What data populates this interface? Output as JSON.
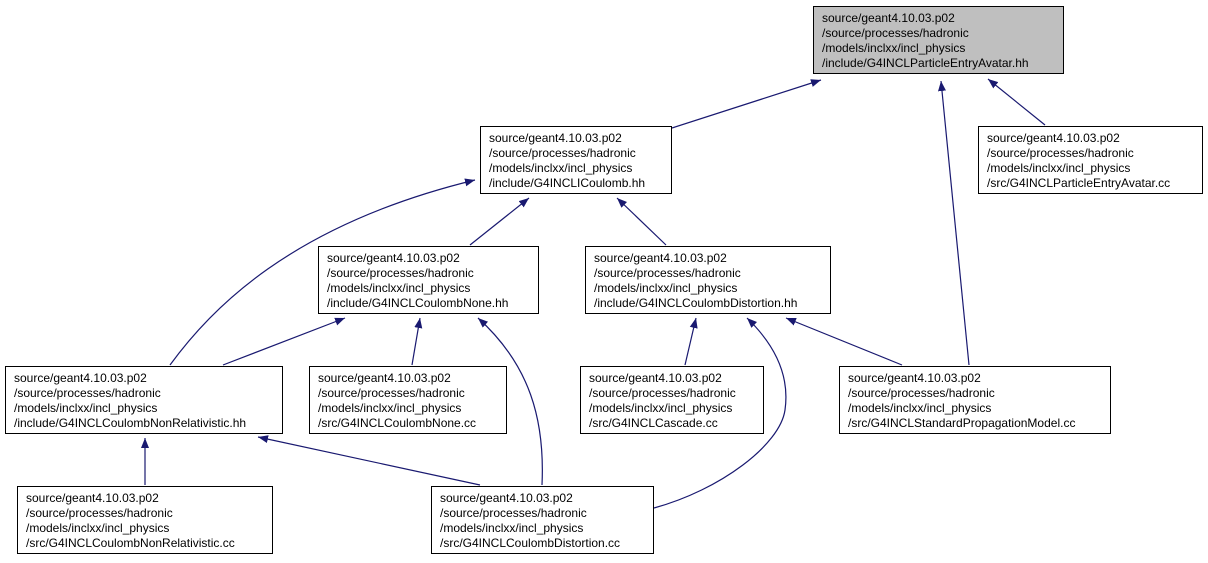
{
  "colors": {
    "node_fill": "#ffffff",
    "root_fill": "#bfbfbf",
    "border": "#000000",
    "edge": "#191970"
  },
  "nodes": [
    {
      "id": "n0",
      "root": true,
      "lines": [
        "source/geant4.10.03.p02",
        "/source/processes/hadronic",
        "/models/inclxx/incl_physics",
        "/include/G4INCLParticleEntryAvatar.hh"
      ]
    },
    {
      "id": "n1",
      "lines": [
        "source/geant4.10.03.p02",
        "/source/processes/hadronic",
        "/models/inclxx/incl_physics",
        "/include/G4INCLICoulomb.hh"
      ]
    },
    {
      "id": "n2",
      "lines": [
        "source/geant4.10.03.p02",
        "/source/processes/hadronic",
        "/models/inclxx/incl_physics",
        "/src/G4INCLParticleEntryAvatar.cc"
      ]
    },
    {
      "id": "n3",
      "lines": [
        "source/geant4.10.03.p02",
        "/source/processes/hadronic",
        "/models/inclxx/incl_physics",
        "/include/G4INCLCoulombNone.hh"
      ]
    },
    {
      "id": "n4",
      "lines": [
        "source/geant4.10.03.p02",
        "/source/processes/hadronic",
        "/models/inclxx/incl_physics",
        "/include/G4INCLCoulombDistortion.hh"
      ]
    },
    {
      "id": "n5",
      "lines": [
        "source/geant4.10.03.p02",
        "/source/processes/hadronic",
        "/models/inclxx/incl_physics",
        "/include/G4INCLCoulombNonRelativistic.hh"
      ]
    },
    {
      "id": "n6",
      "lines": [
        "source/geant4.10.03.p02",
        "/source/processes/hadronic",
        "/models/inclxx/incl_physics",
        "/src/G4INCLCoulombNone.cc"
      ]
    },
    {
      "id": "n7",
      "lines": [
        "source/geant4.10.03.p02",
        "/source/processes/hadronic",
        "/models/inclxx/incl_physics",
        "/src/G4INCLCascade.cc"
      ]
    },
    {
      "id": "n8",
      "lines": [
        "source/geant4.10.03.p02",
        "/source/processes/hadronic",
        "/models/inclxx/incl_physics",
        "/src/G4INCLStandardPropagationModel.cc"
      ]
    },
    {
      "id": "n9",
      "lines": [
        "source/geant4.10.03.p02",
        "/source/processes/hadronic",
        "/models/inclxx/incl_physics",
        "/src/G4INCLCoulombNonRelativistic.cc"
      ]
    },
    {
      "id": "n10",
      "lines": [
        "source/geant4.10.03.p02",
        "/source/processes/hadronic",
        "/models/inclxx/incl_physics",
        "/src/G4INCLCoulombDistortion.cc"
      ]
    }
  ],
  "edges": [
    {
      "from": "n1",
      "to": "n0"
    },
    {
      "from": "n2",
      "to": "n0"
    },
    {
      "from": "n8",
      "to": "n0"
    },
    {
      "from": "n3",
      "to": "n1"
    },
    {
      "from": "n4",
      "to": "n1"
    },
    {
      "from": "n5",
      "to": "n1"
    },
    {
      "from": "n5",
      "to": "n3"
    },
    {
      "from": "n6",
      "to": "n3"
    },
    {
      "from": "n10",
      "to": "n3"
    },
    {
      "from": "n7",
      "to": "n4"
    },
    {
      "from": "n8",
      "to": "n4"
    },
    {
      "from": "n10",
      "to": "n4"
    },
    {
      "from": "n9",
      "to": "n5"
    },
    {
      "from": "n10",
      "to": "n5"
    }
  ]
}
